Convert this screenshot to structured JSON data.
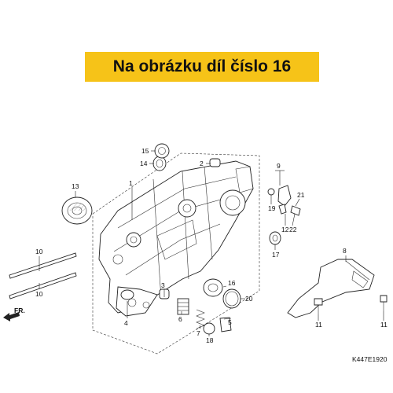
{
  "banner": {
    "text": "Na obrázku díl číslo 16",
    "color": "#f6c318"
  },
  "diagram": {
    "callouts": [
      "1",
      "2",
      "3",
      "4",
      "5",
      "6",
      "7",
      "8",
      "9",
      "10",
      "10",
      "11",
      "11",
      "12",
      "13",
      "14",
      "15",
      "16",
      "17",
      "18",
      "19",
      "20",
      "21",
      "22"
    ],
    "direction_label": "FR.",
    "code": "K447E1920"
  }
}
